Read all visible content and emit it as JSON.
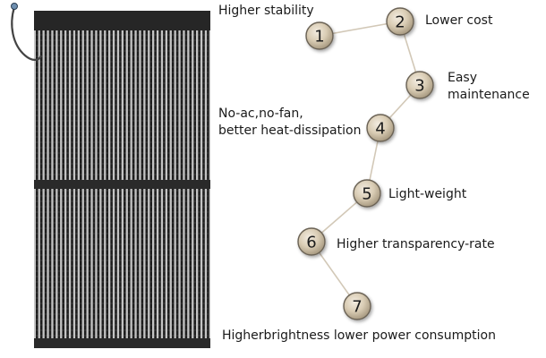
{
  "product_image": {
    "subject": "transparent LED mesh screen panel",
    "colors": {
      "strip": "#1d1d1d",
      "gap": "#b9b9b9",
      "cable": "#444444",
      "connector": "#6e8fb0"
    }
  },
  "features": [
    {
      "number": "1",
      "label": "Higher stability"
    },
    {
      "number": "2",
      "label": "Lower cost"
    },
    {
      "number": "3",
      "label_lines": [
        "Easy",
        "maintenance"
      ]
    },
    {
      "number": "4",
      "label_lines": [
        "No-ac,no-fan,",
        "better heat-dissipation"
      ]
    },
    {
      "number": "5",
      "label": "Light-weight"
    },
    {
      "number": "6",
      "label": "Higher transparency-rate"
    },
    {
      "number": "7",
      "label": "Higherbrightness lower power consumption"
    }
  ],
  "colors": {
    "node_fill": "#d7cbb5",
    "node_ring": "#6b6254",
    "connector_line": "#d2c8b7",
    "number_text": "#1a1a1a",
    "label_text": "#1a1a1a"
  }
}
